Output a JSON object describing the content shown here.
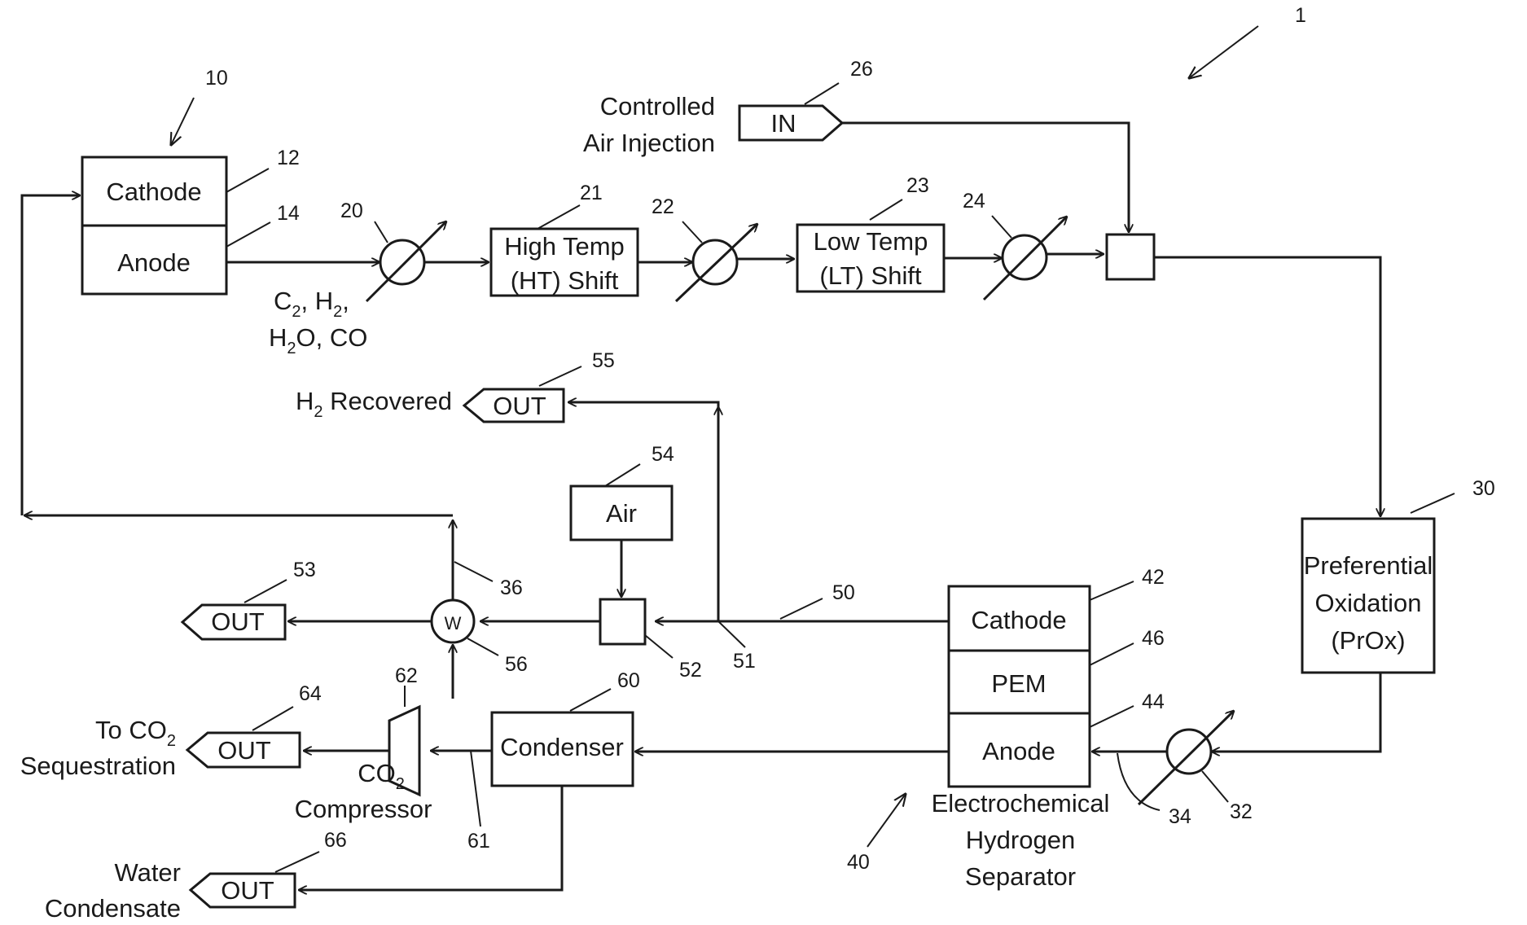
{
  "figure_number": "1",
  "fuel_cell": {
    "ref": "10",
    "cathode": {
      "label": "Cathode",
      "ref": "12"
    },
    "anode": {
      "label": "Anode",
      "ref": "14"
    }
  },
  "anode_exhaust_label": {
    "line1_parts": [
      "C",
      "2",
      ", H",
      "2",
      ","
    ],
    "line2_parts": [
      "H",
      "2",
      "O, CO"
    ]
  },
  "exchanger_refs": [
    "20",
    "22",
    "24",
    "32"
  ],
  "ht_shift": {
    "line1": "High Temp",
    "line2": "(HT) Shift",
    "ref": "21"
  },
  "lt_shift": {
    "line1": "Low Temp",
    "line2": "(LT) Shift",
    "ref": "23"
  },
  "air_injection": {
    "line1": "Controlled",
    "line2": "Air Injection",
    "tag": "IN",
    "ref": "26"
  },
  "prox": {
    "line1": "Preferential",
    "line2": "Oxidation",
    "line3": "(PrOx)",
    "ref": "30"
  },
  "separator": {
    "ref": "40",
    "cathode": {
      "label": "Cathode",
      "ref": "42"
    },
    "pem": {
      "label": "PEM",
      "ref": "46"
    },
    "anode": {
      "label": "Anode",
      "ref": "44"
    },
    "caption": [
      "Electrochemical",
      "Hydrogen",
      "Separator"
    ]
  },
  "stream_refs": {
    "s34": "34",
    "s36": "36",
    "s50": "50",
    "s51": "51",
    "s61": "61"
  },
  "h2_out": {
    "label_prefix": "H",
    "label_sub": "2",
    "label_suffix": " Recovered",
    "tag": "OUT",
    "ref": "55"
  },
  "air_box": {
    "label": "Air",
    "ref": "54"
  },
  "mixer_52": {
    "ref": "52"
  },
  "heat_exchanger_56": {
    "symbol": "W",
    "ref": "56"
  },
  "out_53": {
    "tag": "OUT",
    "ref": "53"
  },
  "compressor": {
    "line1_prefix": "CO",
    "line1_sub": "2",
    "line2": "Compressor",
    "ref": "62"
  },
  "condenser": {
    "label": "Condenser",
    "ref": "60"
  },
  "co2_out": {
    "line1_prefix": "To CO",
    "line1_sub": "2",
    "line2": "Sequestration",
    "tag": "OUT",
    "ref": "64"
  },
  "water_out": {
    "line1": "Water",
    "line2": "Condensate",
    "tag": "OUT",
    "ref": "66"
  }
}
